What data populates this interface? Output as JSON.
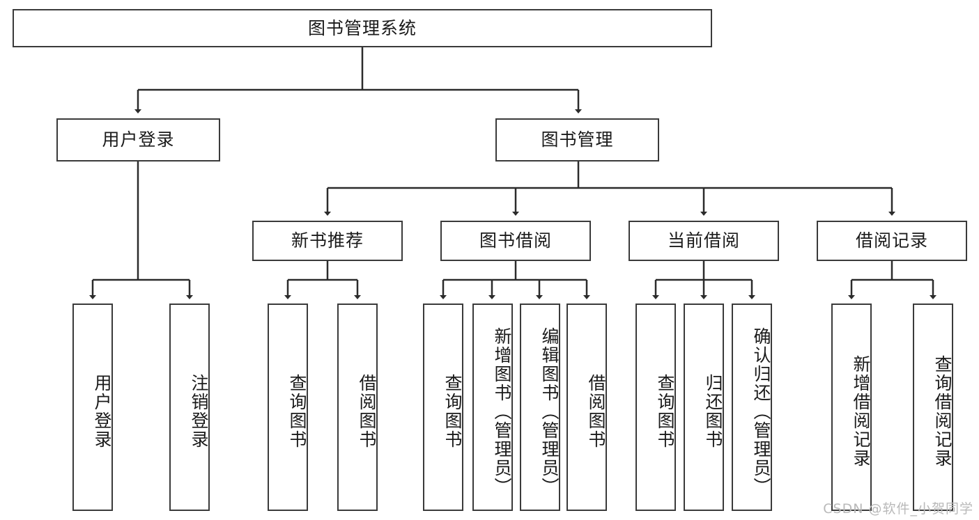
{
  "diagram": {
    "type": "tree",
    "title": "图书管理系统",
    "orientation": "top-down",
    "colors": {
      "box_border": "#3a3a3a",
      "box_fill": "#ffffff",
      "connector": "#2b2b2b",
      "text": "#1a1a1a",
      "watermark": "#b9b9b9",
      "background": "#ffffff"
    },
    "root": {
      "label": "图书管理系统"
    },
    "level2": [
      {
        "label": "用户登录"
      },
      {
        "label": "图书管理"
      }
    ],
    "level3": [
      {
        "label": "新书推荐"
      },
      {
        "label": "图书借阅"
      },
      {
        "label": "当前借阅"
      },
      {
        "label": "借阅记录"
      }
    ],
    "leaves": {
      "user_login": [
        {
          "label": "用户登录"
        },
        {
          "label": "注销登录"
        }
      ],
      "new_book_recommend": [
        {
          "label": "查询图书"
        },
        {
          "label": "借阅图书"
        }
      ],
      "book_borrow": [
        {
          "label": "查询图书"
        },
        {
          "label": "新增图书（管理员）"
        },
        {
          "label": "编辑图书（管理员）"
        },
        {
          "label": "借阅图书"
        }
      ],
      "current_borrow": [
        {
          "label": "查询图书"
        },
        {
          "label": "归还图书"
        },
        {
          "label": "确认归还（管理员）"
        }
      ],
      "borrow_records": [
        {
          "label": "新增借阅记录"
        },
        {
          "label": "查询借阅记录"
        }
      ]
    }
  },
  "watermark": {
    "text": "CSDN @软件_小贺同学"
  }
}
